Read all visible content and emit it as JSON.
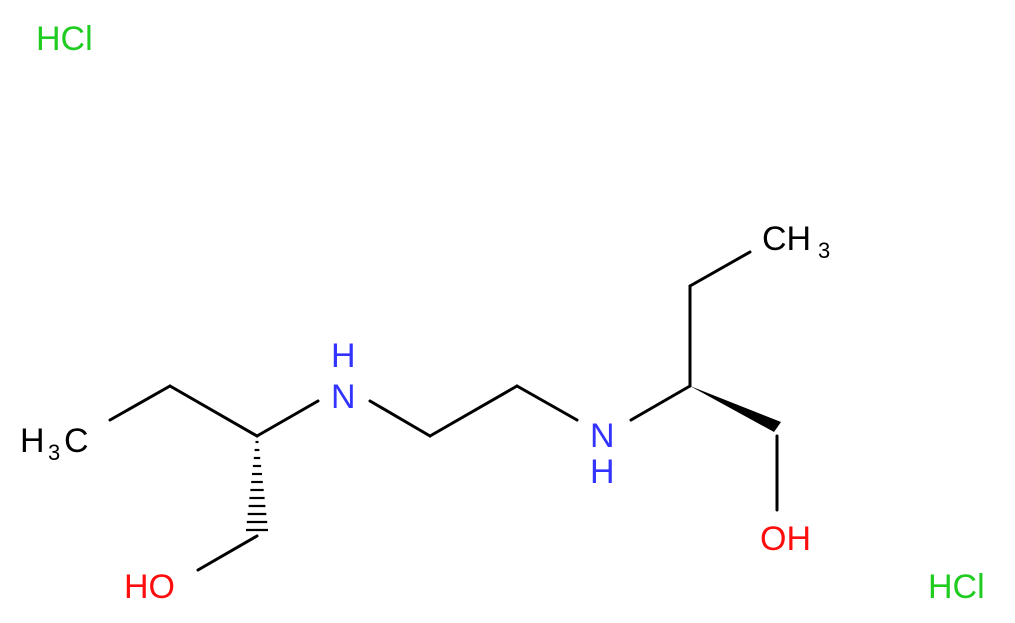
{
  "molecule": {
    "salt_top": "HCl",
    "salt_bottom": "HCl",
    "left": {
      "methyl_h": "H",
      "methyl_sub": "3",
      "methyl_c": "C",
      "amine": "N",
      "amine_h": "H",
      "hydroxyl": "HO"
    },
    "right": {
      "methyl_c": "CH",
      "methyl_sub": "3",
      "amine": "N",
      "amine_h": "H",
      "hydroxyl": "OH"
    }
  },
  "colors": {
    "bond": "#000000",
    "nitrogen": "#3333ff",
    "oxygen": "#ff0d0d",
    "chlorine": "#1fcc1f",
    "carbon": "#000000"
  }
}
